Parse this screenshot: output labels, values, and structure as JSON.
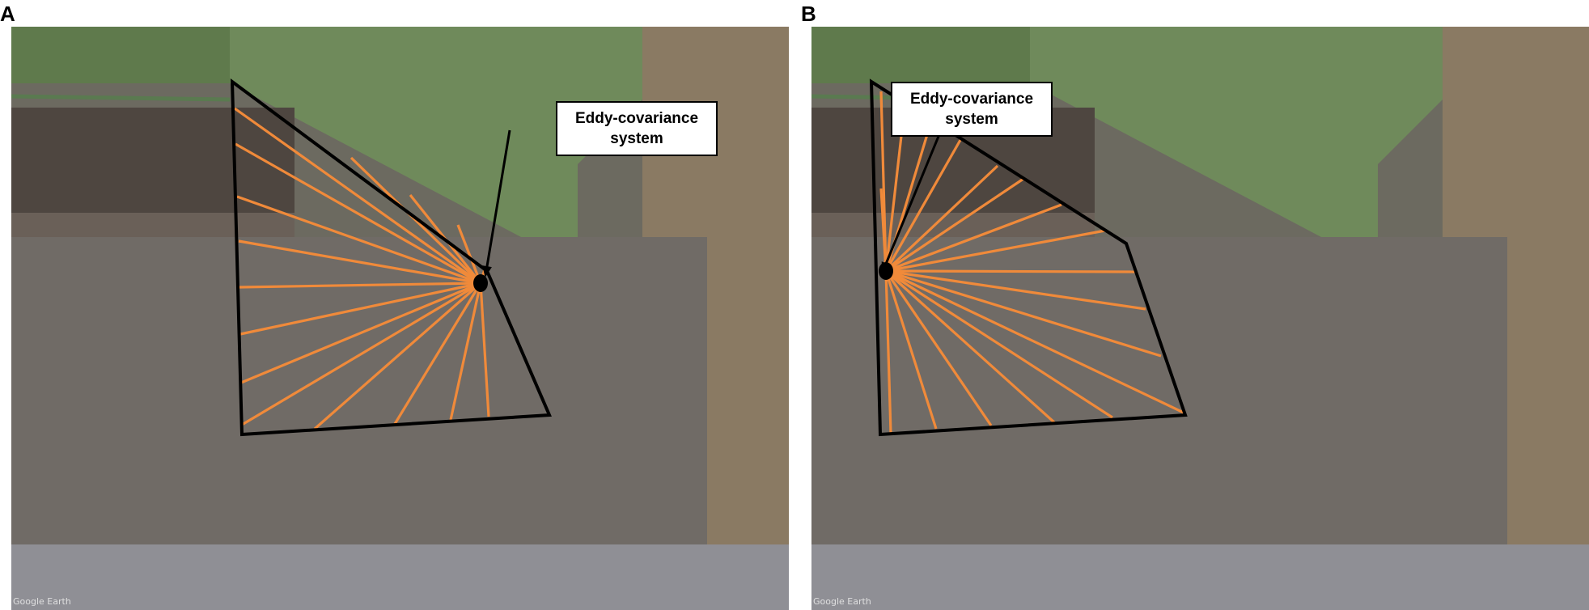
{
  "panels": [
    {
      "letter": "A",
      "callout": "Eddy-covariance system",
      "watermark": "Google Earth"
    },
    {
      "letter": "B",
      "callout": "Eddy-covariance system",
      "watermark": "Google Earth"
    }
  ],
  "colors": {
    "ray": "#f08a3a",
    "boundary": "#000000",
    "pasture": "#6f8a5b",
    "field": "#6f6a63",
    "dark_field": "#4e4640",
    "dirt": "#8a7a63",
    "bottom_crop": "#8f8f95"
  }
}
